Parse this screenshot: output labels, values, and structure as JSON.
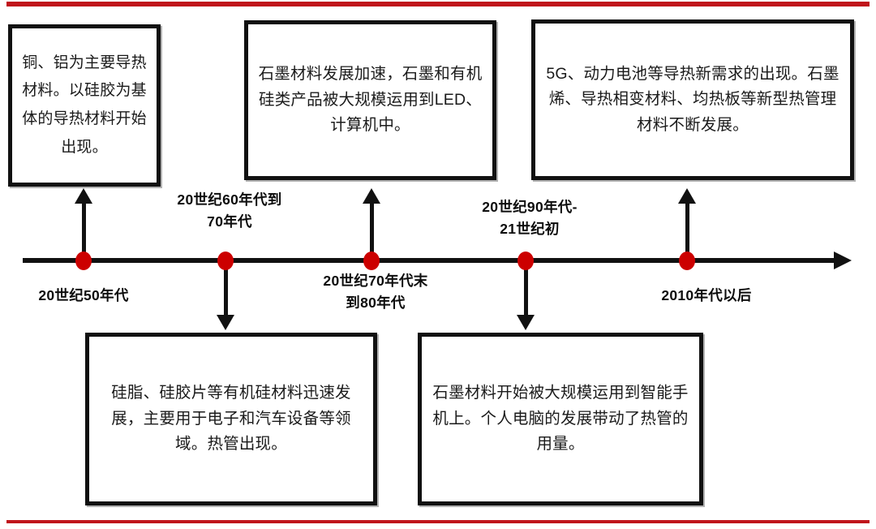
{
  "figure": {
    "type": "timeline",
    "orientation": "horizontal",
    "accent_color": "#c0141b",
    "marker_color": "#cc0000",
    "line_color": "#111111"
  },
  "rules": {
    "top_color": "#c0141b",
    "bottom_color": "#c0141b"
  },
  "timeline": {
    "milestones": [
      {
        "id": "m1",
        "era_label": "20世纪50年代",
        "label_position": "below",
        "callout_position": "above",
        "callout": "铜、铝为主要导热材料。以硅胶为基体的导热材料开始出现。"
      },
      {
        "id": "m2",
        "era_label": "20世纪60年代到\n70年代",
        "label_position": "above",
        "callout_position": "below",
        "callout": "硅脂、硅胶片等有机硅材料迅速发展，主要用于电子和汽车设备等领域。热管出现。"
      },
      {
        "id": "m3",
        "era_label": "20世纪70年代末\n到80年代",
        "label_position": "below",
        "callout_position": "above",
        "callout": "石墨材料发展加速，石墨和有机硅类产品被大规模运用到LED、计算机中。"
      },
      {
        "id": "m4",
        "era_label": "20世纪90年代-\n21世纪初",
        "label_position": "above",
        "callout_position": "below",
        "callout": "石墨材料开始被大规模运用到智能手机上。个人电脑的发展带动了热管的用量。"
      },
      {
        "id": "m5",
        "era_label": "2010年代以后",
        "label_position": "below",
        "callout_position": "above",
        "callout": "5G、动力电池等导热新需求的出现。石墨烯、导热相变材料、均热板等新型热管理材料不断发展。"
      }
    ]
  }
}
